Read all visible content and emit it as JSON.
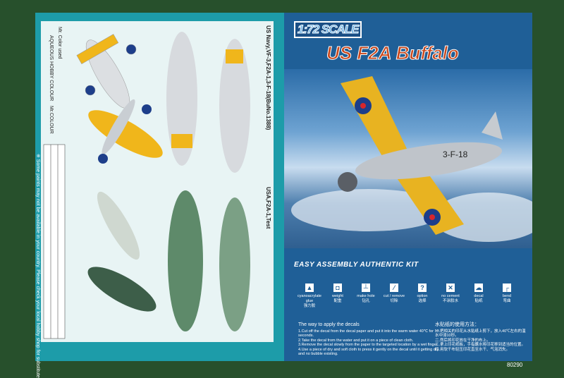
{
  "left_panel": {
    "scheme1": "US Navy,VF-3,F2A-1,3-F-18(BuNo.1388)",
    "scheme2": "USA,F2A-1,Test",
    "aircraft_code": "3-F-18",
    "color_used": "Mr. Color used",
    "aqueous": "AQUEOUS HOBBY COLOUR",
    "mr_colour": "Mr.COLOUR",
    "note": "※ Some paints may not be available in your country. Please check your local hobby shop for substitute"
  },
  "right_panel": {
    "scale": "1:72 SCALE",
    "title": "US F2A Buffalo",
    "tagline": "EASY ASSEMBLY AUTHENTIC KIT",
    "icons": [
      {
        "icon": "glue-icon",
        "glyph": "▲",
        "en": "cyanoacrylate glue",
        "cn": "强力胶"
      },
      {
        "icon": "weight-icon",
        "glyph": "◘",
        "en": "weight",
        "cn": "配重"
      },
      {
        "icon": "drill-icon",
        "glyph": "┴",
        "en": "make hole",
        "cn": "钻孔"
      },
      {
        "icon": "cut-icon",
        "glyph": "⁄",
        "en": "cut / remove",
        "cn": "切除"
      },
      {
        "icon": "question-icon",
        "glyph": "?",
        "en": "option",
        "cn": "选择"
      },
      {
        "icon": "x-icon",
        "glyph": "✕",
        "en": "no cement",
        "cn": "不涂胶水"
      },
      {
        "icon": "decal-icon",
        "glyph": "☁",
        "en": "decal",
        "cn": "贴纸"
      },
      {
        "icon": "bend-icon",
        "glyph": "┌",
        "en": "bend",
        "cn": "弯曲"
      }
    ],
    "decals_title": "The way to apply the decals",
    "decals_steps": [
      "1.Cut off the decal from the decal paper and put it into the warm water 40℃ for 10 seconds.",
      "2.Take the decal from the water and put it on a piece of clean cloth.",
      "3.Remove the decal slowly from the paper to the targeted location by a wet finger.",
      "4.Use a piece of dry and soft cloth to press it gently on the decal until it getting dry and no bubble existing."
    ],
    "cn_title": "水贴纸的使用方法：",
    "cn_steps": [
      "一.把相关的印花从水贴纸上剪下，放入40℃左右的温水中浸10秒。",
      "二.然后将印花放在干净的布上。",
      "三.拿上印花纸板，手指蘸水将印花移到适当的位置。",
      "四.用软干布轻压印花直至水干、气泡消失。"
    ],
    "product_code": "80290"
  }
}
